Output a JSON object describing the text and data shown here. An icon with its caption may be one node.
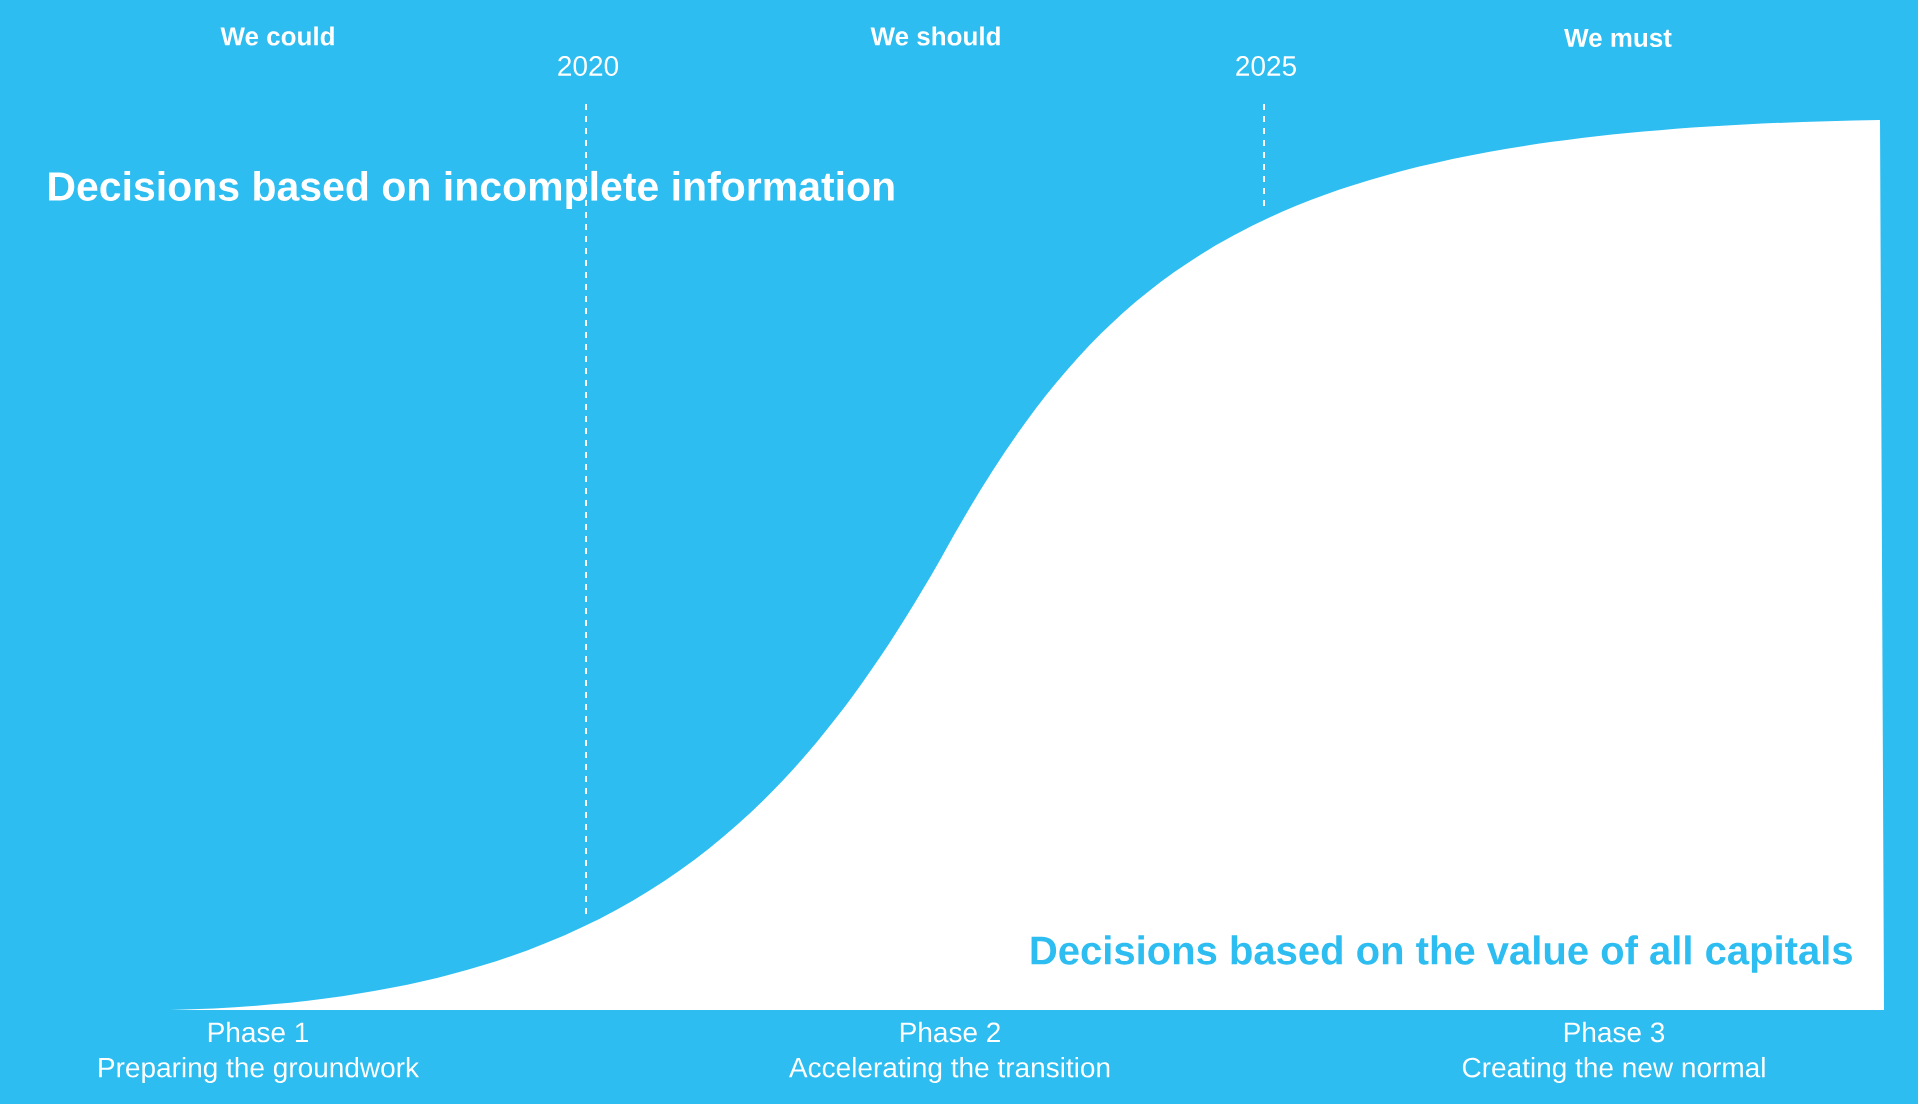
{
  "diagram": {
    "labels": [
      "We could",
      "We should",
      "We must",
      "2020",
      "2025",
      "Decisions based on incomplete information",
      "Decisions based on the value of all capitals",
      "Phase 1",
      "Preparing the groundwork",
      "Phase 2",
      "Accelerating the transition",
      "Phase 3",
      "Creating the new normal"
    ]
  }
}
